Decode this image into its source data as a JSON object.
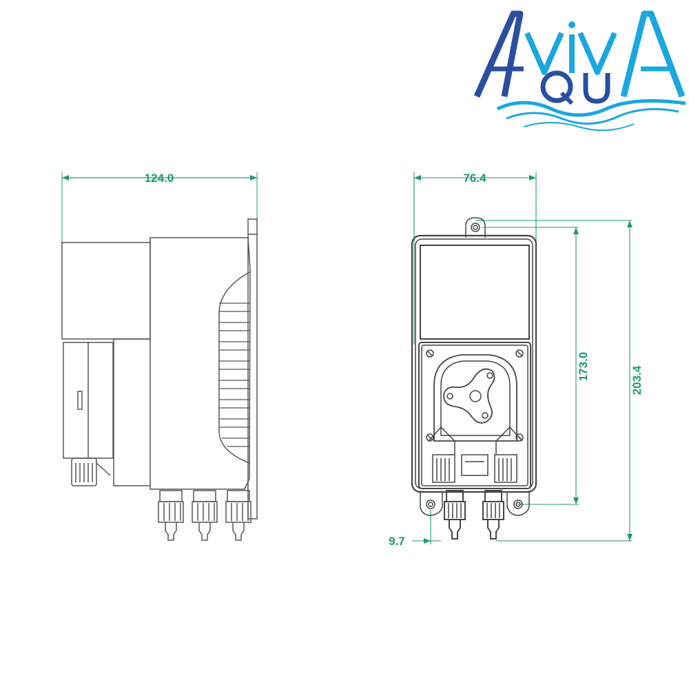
{
  "brand": {
    "logo_text_top": "AvivA",
    "logo_text_bottom": "QUA",
    "colors": {
      "blue": "#2b4ea0",
      "cyan": "#1aa7df",
      "dim_green": "#1e9a6c",
      "line": "#555555"
    }
  },
  "drawing": {
    "side_view": {
      "width_label": "124.0"
    },
    "front_view": {
      "width_label": "76.4",
      "height_mount_label": "173.0",
      "height_total_label": "203.4",
      "offset_label": "9.7"
    }
  }
}
